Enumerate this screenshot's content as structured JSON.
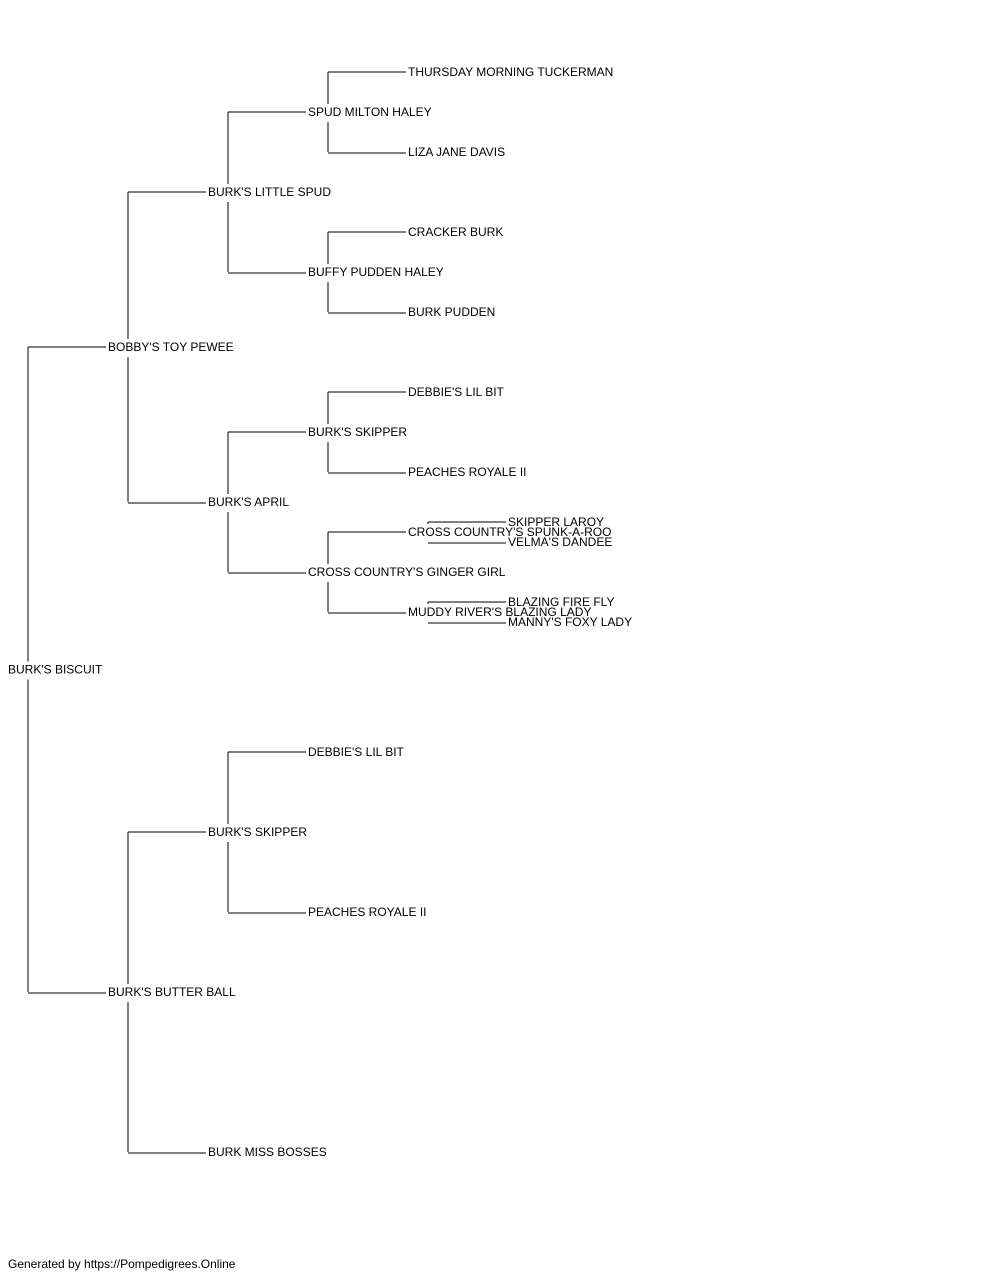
{
  "pedigree": {
    "root": {
      "name": "BURK'S BISCUIT",
      "sire": {
        "name": "BOBBY'S TOY PEWEE",
        "sire": {
          "name": "BURK'S LITTLE SPUD",
          "sire": {
            "name": "SPUD MILTON HALEY",
            "sire": {
              "name": "THURSDAY MORNING TUCKERMAN"
            },
            "dam": {
              "name": "LIZA JANE DAVIS"
            }
          },
          "dam": {
            "name": "BUFFY PUDDEN HALEY",
            "sire": {
              "name": "CRACKER BURK"
            },
            "dam": {
              "name": "BURK PUDDEN"
            }
          }
        },
        "dam": {
          "name": "BURK'S APRIL",
          "sire": {
            "name": "BURK'S SKIPPER",
            "sire": {
              "name": "DEBBIE'S LIL BIT"
            },
            "dam": {
              "name": "PEACHES ROYALE II"
            }
          },
          "dam": {
            "name": "CROSS COUNTRY'S GINGER GIRL",
            "sire": {
              "name": "CROSS COUNTRY'S SPUNK-A-ROO",
              "sire": {
                "name": "SKIPPER LAROY"
              },
              "dam": {
                "name": "VELMA'S DANDEE"
              }
            },
            "dam": {
              "name": "MUDDY RIVER'S BLAZING LADY",
              "sire": {
                "name": "BLAZING FIRE FLY"
              },
              "dam": {
                "name": "MANNY'S FOXY LADY"
              }
            }
          }
        }
      },
      "dam": {
        "name": "BURK'S BUTTER BALL",
        "sire": {
          "name": "BURK'S SKIPPER",
          "sire": {
            "name": "DEBBIE'S LIL BIT"
          },
          "dam": {
            "name": "PEACHES ROYALE II"
          }
        },
        "dam": {
          "name": "BURK MISS BOSSES"
        }
      }
    }
  },
  "footer": {
    "text": "Generated by https://Pompedigrees.Online"
  },
  "colors": {
    "line": "#000000",
    "text": "#000000",
    "background": "#ffffff"
  }
}
